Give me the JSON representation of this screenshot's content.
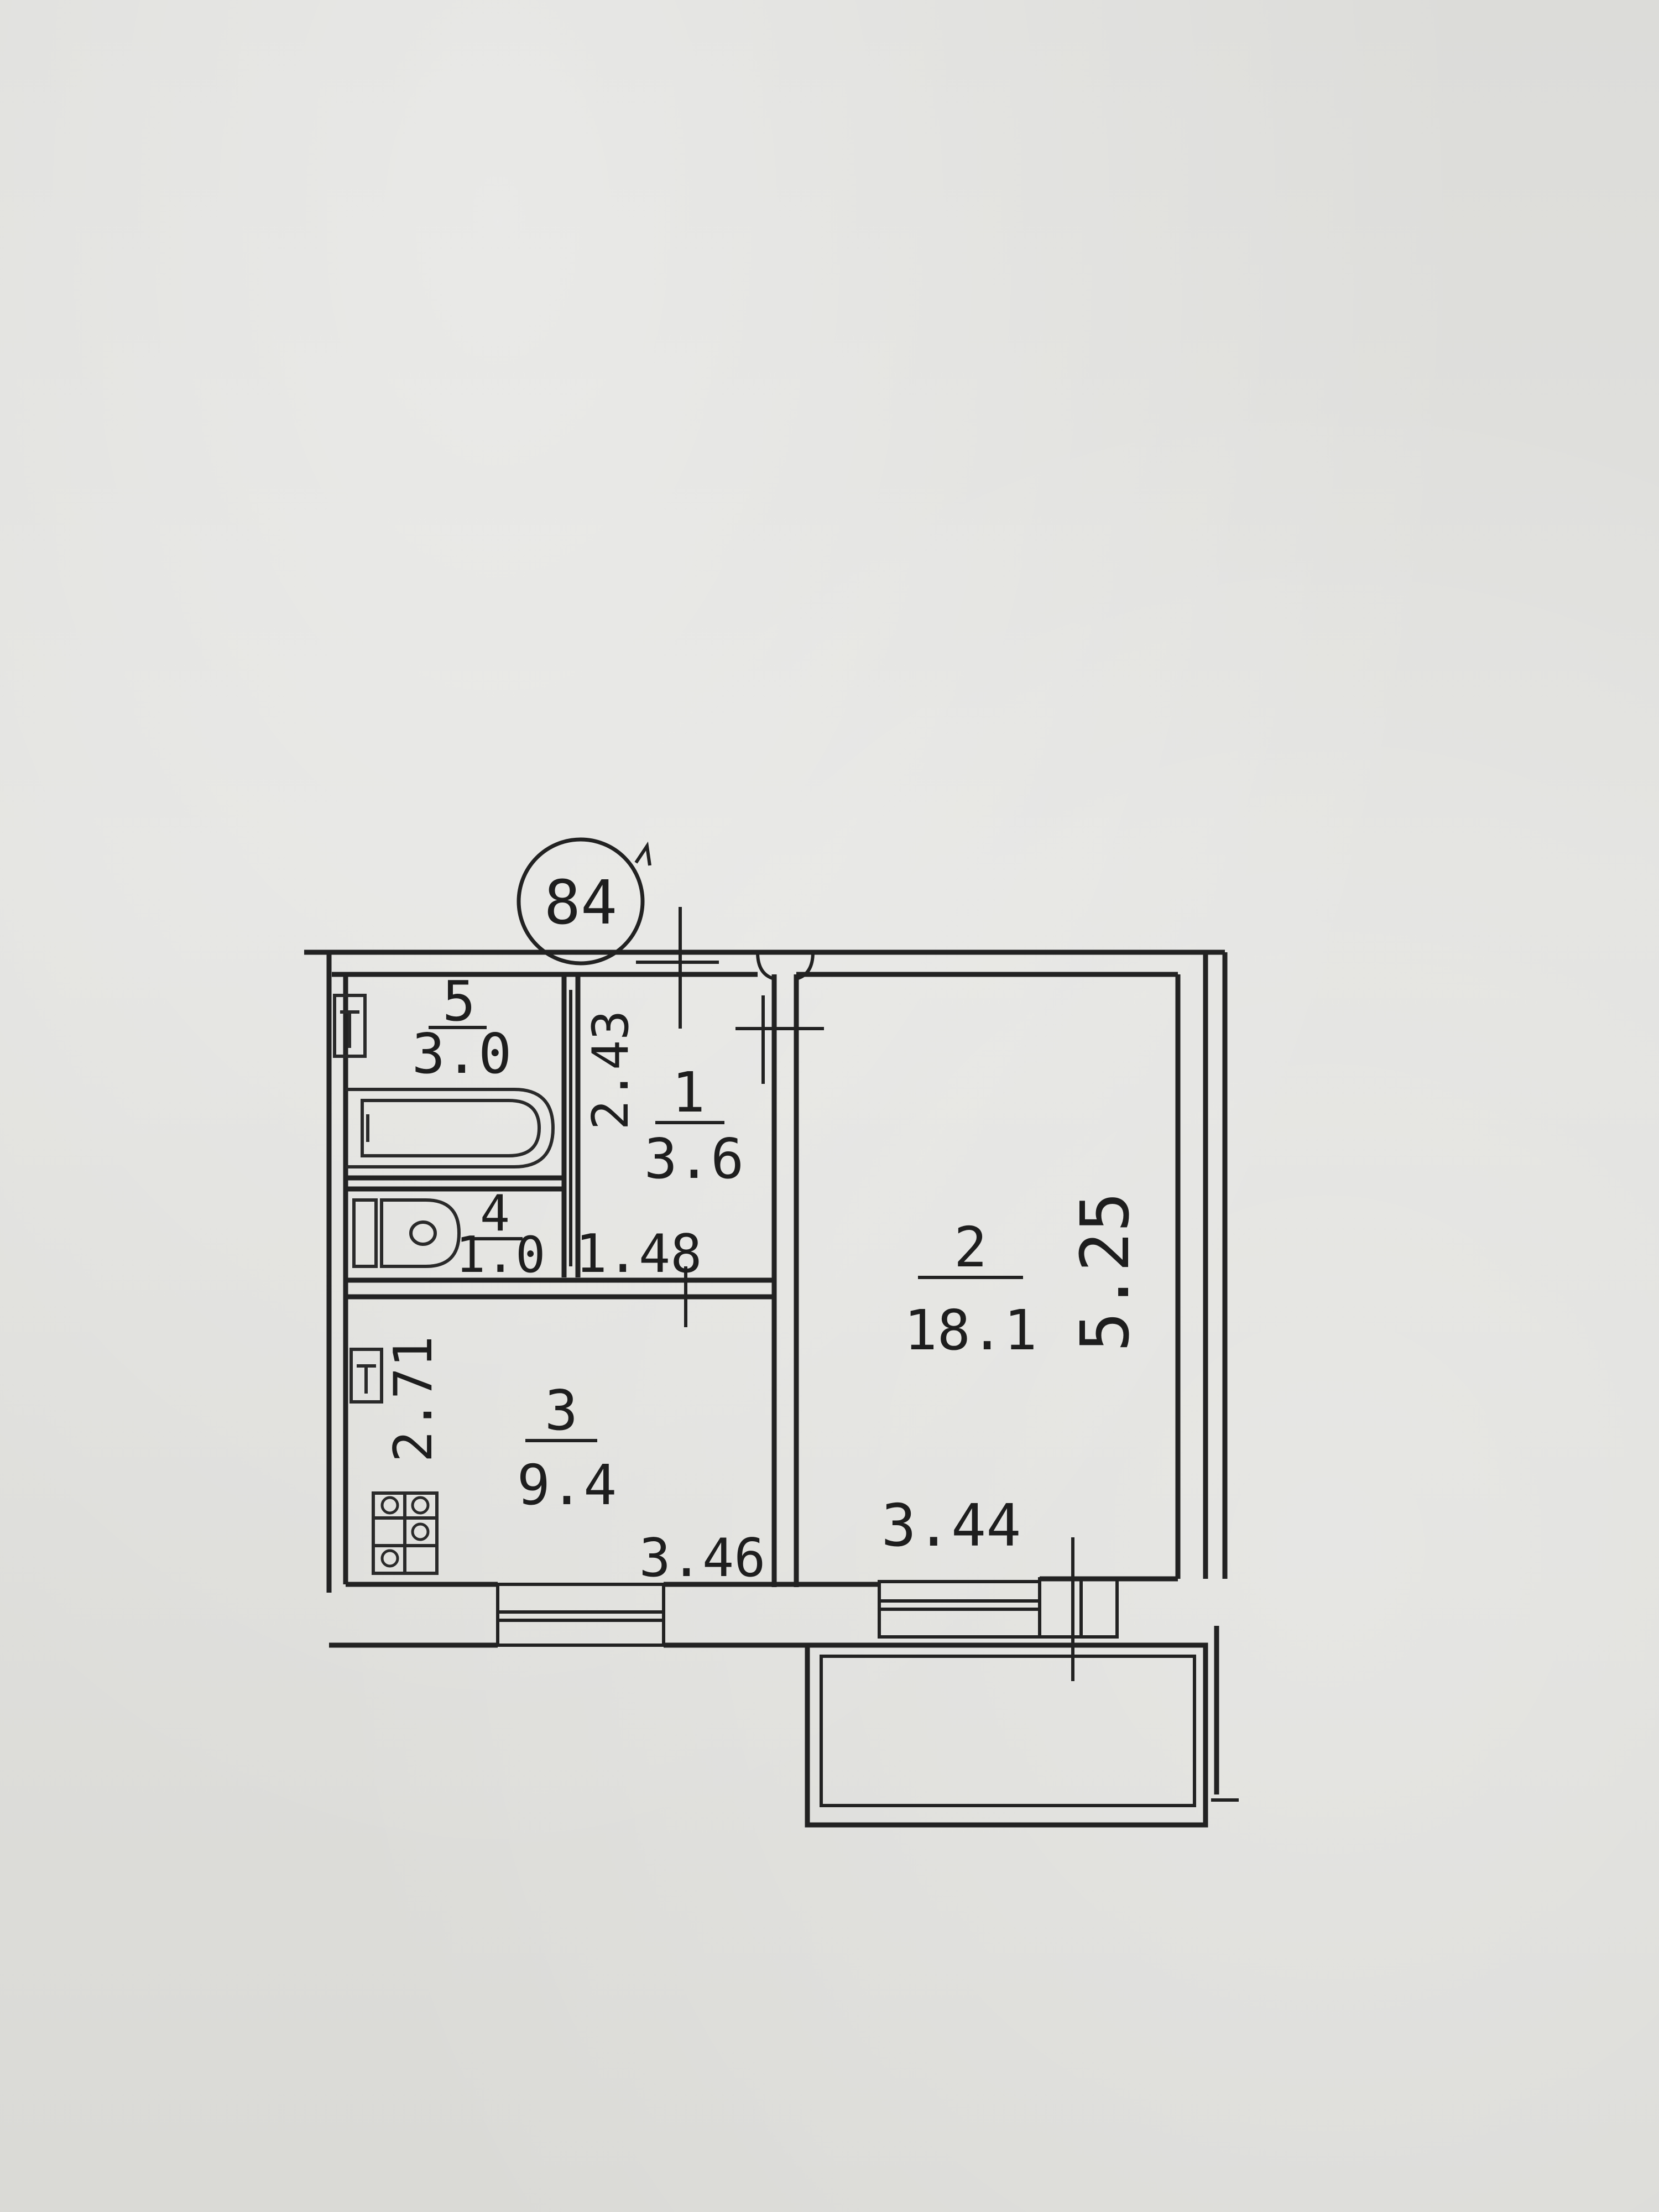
{
  "plan": {
    "apartment_number": "84",
    "rooms": [
      {
        "id": "1",
        "area": "3.6"
      },
      {
        "id": "2",
        "area": "18.1"
      },
      {
        "id": "3",
        "area": "9.4"
      },
      {
        "id": "4",
        "area": "1.0"
      },
      {
        "id": "5",
        "area": "3.0"
      }
    ],
    "dimensions": {
      "hall_height": "2.43",
      "hall_width": "1.48",
      "room_height": "5.25",
      "room_width": "3.44",
      "kitchen_height": "2.71",
      "kitchen_width": "3.46"
    }
  },
  "colors": {
    "paper": "#dcdcd9",
    "ink": "#222222"
  },
  "icons": [
    "radiator-icon",
    "bathtub-icon",
    "toilet-icon",
    "stove-icon"
  ]
}
